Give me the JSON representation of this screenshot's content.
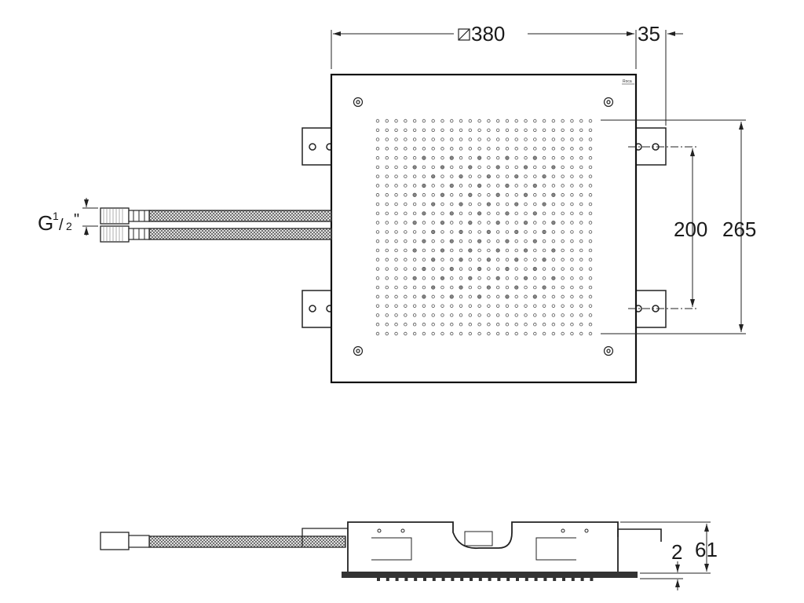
{
  "drawing": {
    "brand_logo": "Roca",
    "dimensions": {
      "width": "380",
      "width_symbol": "square",
      "bracket_offset": "35",
      "mount_spacing": "200",
      "nozzle_field": "265",
      "thread_prefix": "G",
      "thread_num": "1",
      "thread_sep": "/",
      "thread_den": "2",
      "thread_suffix": "\"",
      "plate_thickness": "2",
      "height": "61"
    },
    "nozzle_grid": {
      "columns": 24,
      "rows": 24
    },
    "colors": {
      "line": "#222222",
      "background": "#ffffff"
    }
  }
}
